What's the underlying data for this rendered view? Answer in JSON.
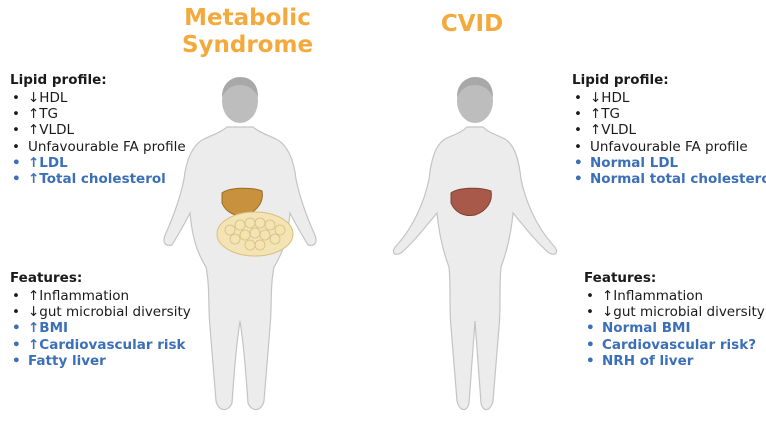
{
  "titles": {
    "left_line1": "Metabolic",
    "left_line2": "Syndrome",
    "right": "CVID"
  },
  "colors": {
    "title": "#f3a93c",
    "highlight": "#3b6fb6",
    "text": "#1a1a1a",
    "body_fill": "#ececec",
    "body_stroke": "#c4c4c4",
    "head_fill": "#bdbdbd",
    "fatty_liver": "#c8913d",
    "normal_liver": "#a9594a",
    "fat_tissue": "#f3e3b5"
  },
  "left": {
    "lipid_heading": "Lipid profile:",
    "lipid_items": [
      "↓HDL",
      "↑TG",
      "↑VLDL",
      "Unfavourable FA profile",
      "↑LDL",
      "↑Total cholesterol"
    ],
    "features_heading": "Features:",
    "feature_items": [
      "↑Inflammation",
      "↓gut microbial diversity",
      "↑BMI",
      "↑Cardiovascular risk",
      "Fatty liver"
    ]
  },
  "right": {
    "lipid_heading": "Lipid profile:",
    "lipid_items": [
      "↓HDL",
      "↑TG",
      "↑VLDL",
      "Unfavourable FA profile",
      "Normal LDL",
      "Normal total cholesterol"
    ],
    "features_heading": "Features:",
    "feature_items": [
      "↑Inflammation",
      "↓gut microbial diversity",
      "Normal BMI",
      "Cardiovascular risk?",
      "NRH of liver"
    ]
  }
}
